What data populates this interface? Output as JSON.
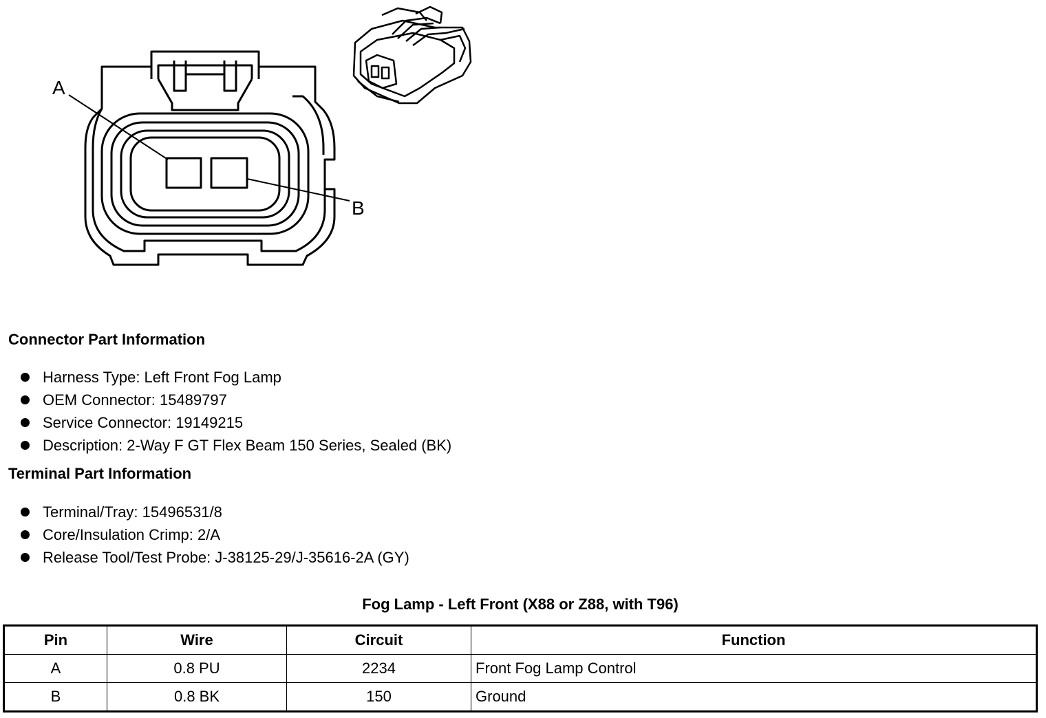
{
  "diagram": {
    "label_a": "A",
    "label_b": "B"
  },
  "connector_info": {
    "heading": "Connector Part Information",
    "items": [
      "Harness Type: Left Front Fog Lamp",
      "OEM Connector: 15489797",
      "Service Connector: 19149215",
      "Description: 2-Way F GT Flex Beam 150 Series, Sealed (BK)"
    ]
  },
  "terminal_info": {
    "heading": "Terminal Part Information",
    "items": [
      "Terminal/Tray: 15496531/8",
      "Core/Insulation Crimp: 2/A",
      "Release Tool/Test Probe: J-38125-29/J-35616-2A (GY)"
    ]
  },
  "pin_table": {
    "title": "Fog Lamp - Left Front (X88 or Z88, with T96)",
    "headers": [
      "Pin",
      "Wire",
      "Circuit",
      "Function"
    ],
    "rows": [
      [
        "A",
        "0.8 PU",
        "2234",
        "Front Fog Lamp Control"
      ],
      [
        "B",
        "0.8 BK",
        "150",
        "Ground"
      ]
    ]
  }
}
